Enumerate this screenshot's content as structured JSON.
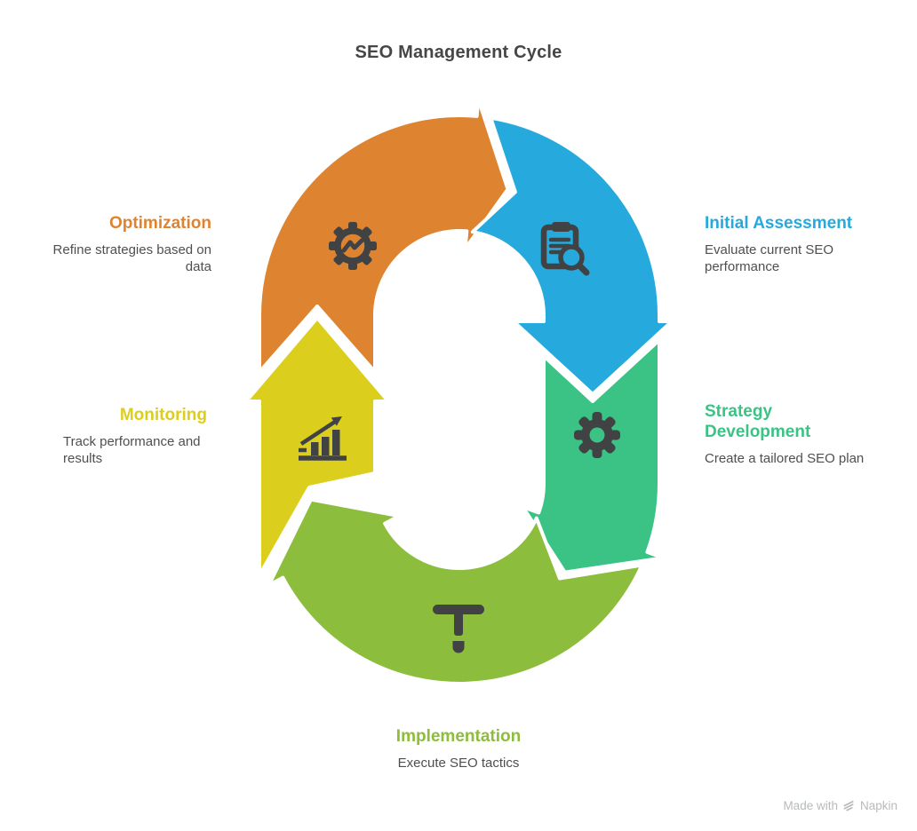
{
  "title": "SEO Management Cycle",
  "theme": {
    "ink": "#414243",
    "title": "#464646",
    "text": "#4F4F4F",
    "muted": "#B7BABC"
  },
  "steps": [
    {
      "id": "initial-assessment",
      "label": "Initial Assessment",
      "description": "Evaluate current SEO performance",
      "color": "#26A9DC",
      "icon": "clipboard-search-icon"
    },
    {
      "id": "strategy-development",
      "label": "Strategy Development",
      "description": "Create a tailored SEO plan",
      "color": "#3BC385",
      "icon": "gear-icon"
    },
    {
      "id": "implementation",
      "label": "Implementation",
      "description": "Execute SEO tactics",
      "color": "#8DBD3C",
      "icon": "t-tool-icon"
    },
    {
      "id": "monitoring",
      "label": "Monitoring",
      "description": "Track performance and results",
      "color": "#DCCE1D",
      "icon": "bar-chart-growth-icon"
    },
    {
      "id": "optimization",
      "label": "Optimization",
      "description": "Refine strategies based on data",
      "color": "#DE8431",
      "icon": "gear-trend-icon"
    }
  ],
  "watermark": {
    "prefix": "Made with",
    "brand": "Napkin"
  }
}
